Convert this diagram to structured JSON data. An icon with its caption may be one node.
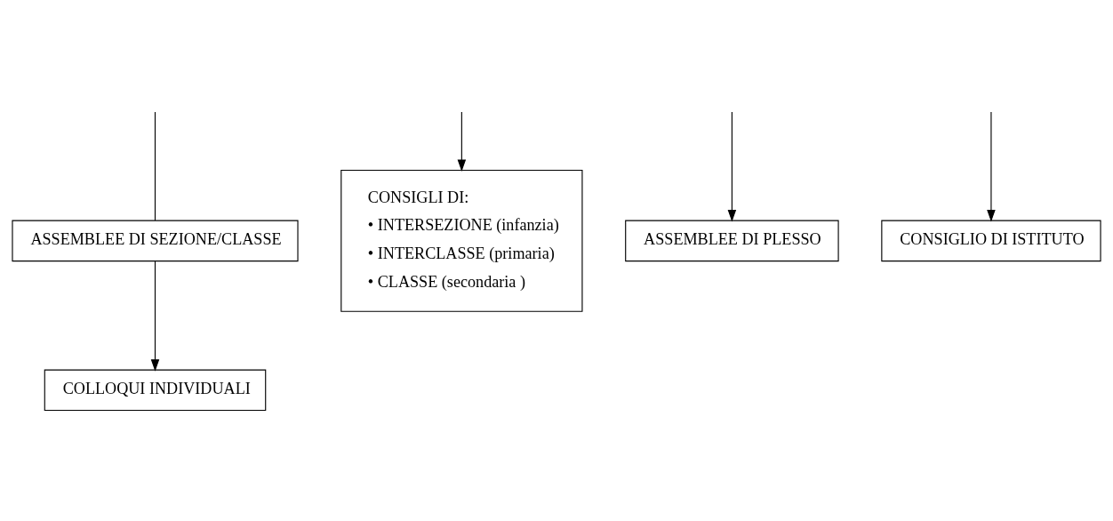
{
  "diagram": {
    "nodes": [
      {
        "text": [
          "ASSEMBLEE DI SEZIONE/CLASSE"
        ]
      },
      {
        "text": [
          "COLLOQUI INDIVIDUALI"
        ]
      },
      {
        "text": [
          "CONSIGLI DI:",
          "• INTERSEZIONE (infanzia)",
          "• INTERCLASSE (primaria)",
          "• CLASSE (secondaria )"
        ]
      },
      {
        "text": [
          "ASSEMBLEE DI PLESSO"
        ]
      },
      {
        "text": [
          "CONSIGLIO DI ISTITUTO"
        ]
      }
    ],
    "edges": [
      {
        "from": null,
        "to": 0,
        "arrow": "none"
      },
      {
        "from": null,
        "to": 2,
        "arrow": "to"
      },
      {
        "from": null,
        "to": 4,
        "arrow": "to"
      },
      {
        "from": null,
        "to": 3,
        "arrow": "to"
      },
      {
        "from": 0,
        "to": 1,
        "arrow": "to"
      }
    ]
  }
}
